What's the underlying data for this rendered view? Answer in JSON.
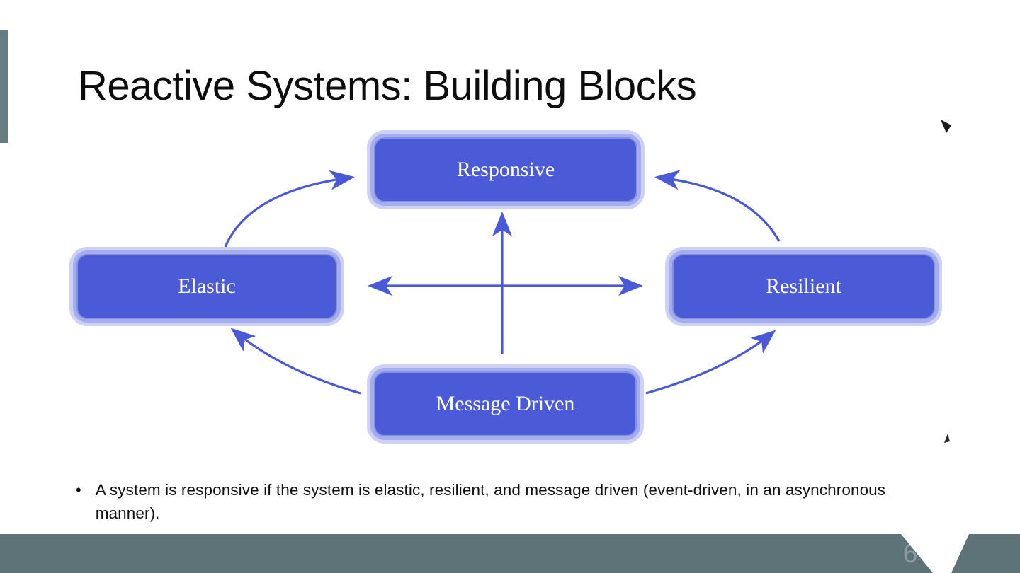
{
  "colors": {
    "accent-slate": "#687d83",
    "footer-slate": "#5e7378",
    "node-blue": "#4b5ad7",
    "node-border": "#8490e4",
    "node-glow-inner": "#a5aeec",
    "node-glow-outer": "#ccd1f5",
    "arrow-blue": "#4a59d8",
    "page-number-gray": "#8d9ca1",
    "title-black": "#0d0d0d"
  },
  "slide": {
    "title": "Reactive Systems: Building Blocks",
    "page_number": "6",
    "bullet_marker": "•",
    "bullet_text": "A system is responsive if the system is elastic, resilient, and message driven (event-driven, in an asynchronous manner)."
  },
  "diagram": {
    "nodes": [
      {
        "id": "responsive",
        "label": "Responsive"
      },
      {
        "id": "elastic",
        "label": "Elastic"
      },
      {
        "id": "resilient",
        "label": "Resilient"
      },
      {
        "id": "message_driven",
        "label": "Message Driven"
      }
    ],
    "arrows": [
      {
        "name": "message-driven-to-responsive",
        "style": "straight",
        "heads": "up"
      },
      {
        "name": "elastic-resilient",
        "style": "straight",
        "heads": "both"
      },
      {
        "name": "elastic-to-responsive",
        "style": "curved",
        "heads": "end"
      },
      {
        "name": "resilient-to-responsive",
        "style": "curved",
        "heads": "end"
      },
      {
        "name": "message-driven-to-elastic",
        "style": "curved",
        "heads": "end"
      },
      {
        "name": "message-driven-to-resilient",
        "style": "curved",
        "heads": "end"
      }
    ]
  }
}
